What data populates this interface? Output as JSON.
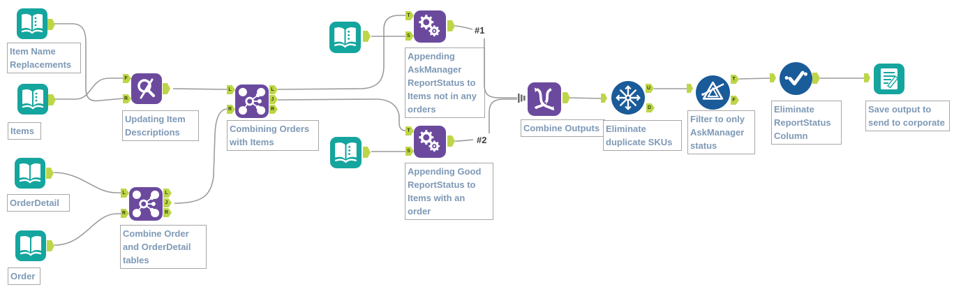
{
  "colors": {
    "input_output_teal": "#14a59e",
    "transform_purple": "#6b4a9e",
    "process_blue": "#1a5b99",
    "anchor_lime": "#bdd649",
    "wire_gray": "#9b9b9b",
    "label_text_blue": "#7e99b6",
    "label_border_gray": "#a6a6a6",
    "annotation_dark": "#3d3d3d"
  },
  "nodes": [
    {
      "id": "item-name-replacements",
      "icon": "input-data-icon",
      "label": "Item Name Replacements"
    },
    {
      "id": "items",
      "icon": "input-data-icon",
      "label": "Items"
    },
    {
      "id": "updating-item-descriptions",
      "icon": "find-replace-icon",
      "label": "Updating Item Descriptions",
      "anchors_in": [
        "F",
        "R"
      ]
    },
    {
      "id": "orderdetail",
      "icon": "input-data-icon",
      "label": "OrderDetail"
    },
    {
      "id": "order",
      "icon": "input-data-icon",
      "label": "Order"
    },
    {
      "id": "combine-order-orderdetail",
      "icon": "join-icon",
      "label": "Combine Order and OrderDetail tables",
      "anchors_in": [
        "L",
        "R"
      ],
      "anchors_out": [
        "L",
        "J",
        "R"
      ]
    },
    {
      "id": "combining-orders-items",
      "icon": "join-icon",
      "label": "Combining Orders with Items",
      "anchors_in": [
        "L",
        "R"
      ],
      "anchors_out": [
        "L",
        "J",
        "R"
      ]
    },
    {
      "id": "input-top",
      "icon": "input-data-icon",
      "label": ""
    },
    {
      "id": "appending-askmanager",
      "icon": "append-fields-icon",
      "label": "Appending AskManager ReportStatus to Items not in any orders",
      "annotation": "#1",
      "anchors_in": [
        "T",
        "S"
      ]
    },
    {
      "id": "input-mid",
      "icon": "input-data-icon",
      "label": ""
    },
    {
      "id": "appending-good",
      "icon": "append-fields-icon",
      "label": "Appending Good ReportStatus to Items with an order",
      "annotation": "#2",
      "anchors_in": [
        "T",
        "S"
      ]
    },
    {
      "id": "combine-outputs",
      "icon": "union-icon",
      "label": "Combine Outputs"
    },
    {
      "id": "eliminate-duplicate-skus",
      "icon": "unique-icon",
      "label": "Eliminate duplicate SKUs",
      "anchors_out": [
        "U",
        "D"
      ]
    },
    {
      "id": "filter-askmanager",
      "icon": "filter-icon",
      "label": "Filter to only AskManager status",
      "anchors_out": [
        "T",
        "F"
      ]
    },
    {
      "id": "eliminate-reportstatus-column",
      "icon": "select-icon",
      "label": "Eliminate ReportStatus Column"
    },
    {
      "id": "save-output",
      "icon": "output-data-icon",
      "label": "Save output to send to corporate"
    }
  ]
}
